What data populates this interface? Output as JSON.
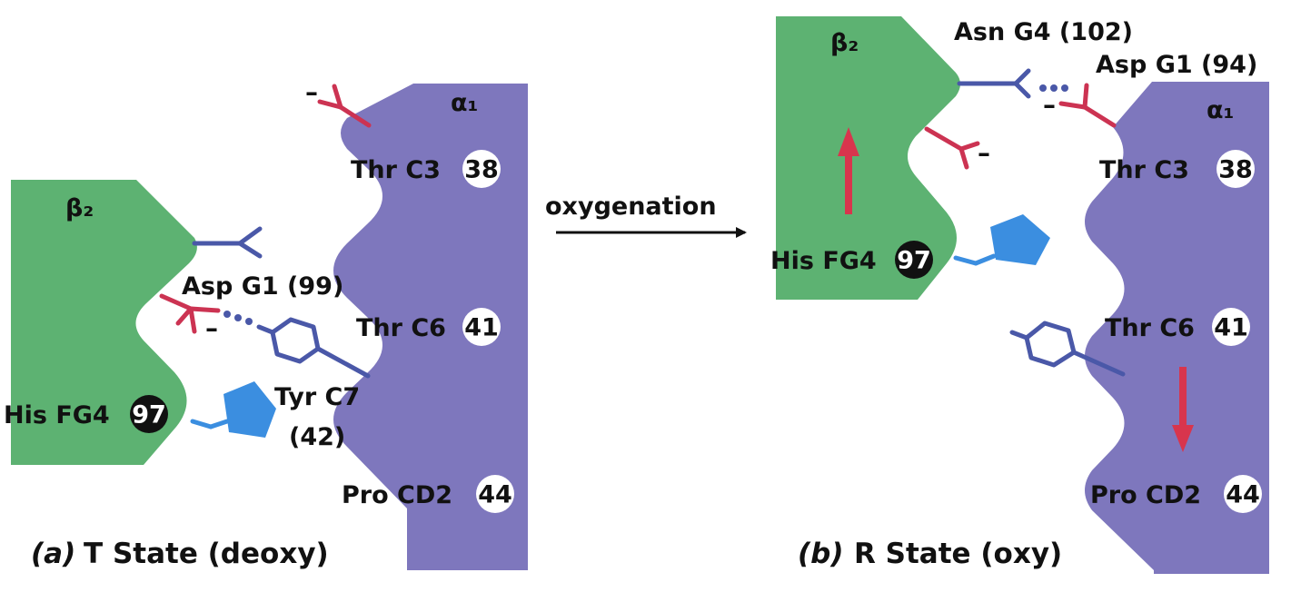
{
  "colors": {
    "beta_subunit": "#5db272",
    "alpha_subunit": "#7e77bd",
    "acidic_side_chain": "#cc3352",
    "basic_polar_side_chain": "#4a58a8",
    "histidine_ring": "#3b8ee0",
    "motion_arrow": "#d8354d",
    "text": "#111111"
  },
  "arrow": {
    "label": "oxygenation"
  },
  "panel_a": {
    "caption_prefix": "(a)",
    "caption_text": "T State (deoxy)",
    "beta_label": "β₂",
    "alpha_label": "α₁",
    "residues": {
      "asp_g1": "Asp G1 (99)",
      "his_fg4": "His FG4",
      "his_fg4_num": "97",
      "tyr_c7": "Tyr C7",
      "tyr_c7_num": "(42)",
      "thr_c3": "Thr C3",
      "thr_c3_num": "38",
      "thr_c6": "Thr C6",
      "thr_c6_num": "41",
      "pro_cd2": "Pro CD2",
      "pro_cd2_num": "44"
    },
    "charge_signs": [
      "–",
      "–"
    ]
  },
  "panel_b": {
    "caption_prefix": "(b)",
    "caption_text": "R State (oxy)",
    "beta_label": "β₂",
    "alpha_label": "α₁",
    "residues": {
      "asn_g4": "Asn G4 (102)",
      "asp_g1": "Asp G1 (94)",
      "his_fg4": "His FG4",
      "his_fg4_num": "97",
      "thr_c3": "Thr C3",
      "thr_c3_num": "38",
      "thr_c6": "Thr C6",
      "thr_c6_num": "41",
      "pro_cd2": "Pro CD2",
      "pro_cd2_num": "44"
    },
    "charge_signs": [
      "–",
      "–"
    ]
  }
}
